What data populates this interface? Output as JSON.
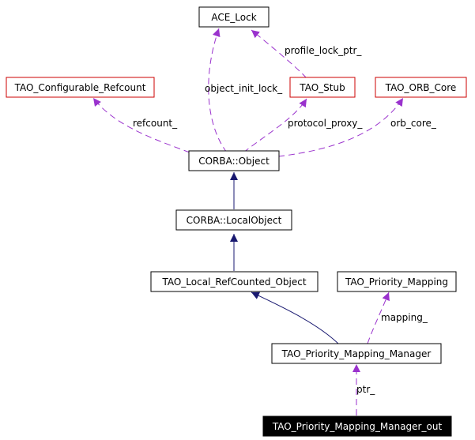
{
  "colors": {
    "background": "#ffffff",
    "node_border": "#000000",
    "node_border_red": "#cc0000",
    "highlight_fill": "#000000",
    "highlight_text": "#ffffff",
    "inherit_edge": "#191970",
    "usage_edge": "#9a32cd"
  },
  "nodes": {
    "ace_lock": "ACE_Lock",
    "tao_configurable_refcount": "TAO_Configurable_Refcount",
    "tao_stub": "TAO_Stub",
    "tao_orb_core": "TAO_ORB_Core",
    "corba_object": "CORBA::Object",
    "corba_localobject": "CORBA::LocalObject",
    "tao_local_refcounted_object": "TAO_Local_RefCounted_Object",
    "tao_priority_mapping": "TAO_Priority_Mapping",
    "tao_priority_mapping_manager": "TAO_Priority_Mapping_Manager",
    "tao_priority_mapping_manager_out": "TAO_Priority_Mapping_Manager_out"
  },
  "edge_labels": {
    "profile_lock_ptr": "profile_lock_ptr_",
    "object_init_lock": "object_init_lock_",
    "refcount": "refcount_",
    "protocol_proxy": "protocol_proxy_",
    "orb_core": "orb_core_",
    "mapping": "mapping_",
    "ptr": "ptr_"
  }
}
